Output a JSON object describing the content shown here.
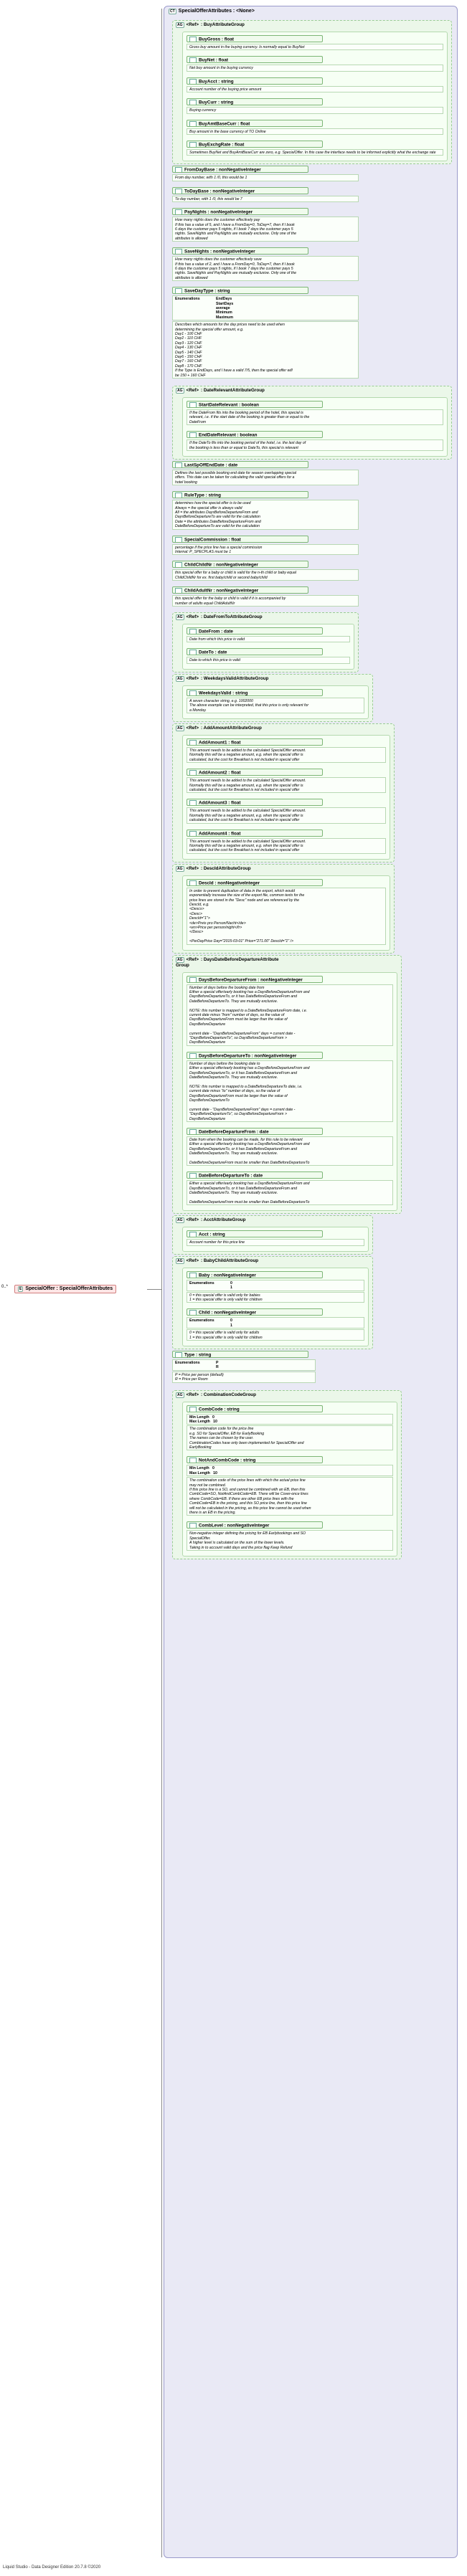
{
  "root": {
    "label": "SpecialOfferAttributes : <None>",
    "element": "SpecialOffer : SpecialOfferAttributes",
    "multiplicity": "0..*"
  },
  "footer": "Liquid Studio - Data Designer Edition 20.7.8 ©2020",
  "groups": {
    "buy": {
      "tag": "Ref",
      "name": ": BuyAttributeGroup",
      "items": [
        {
          "name": "BuyGross : float",
          "doc": "Gross buy amount in the buying currency. Is normally equal to BuyNet"
        },
        {
          "name": "BuyNet  : float",
          "doc": "Net buy amount in the buying currency"
        },
        {
          "name": "BuyAcct : string",
          "doc": "Account number of the buying price amount"
        },
        {
          "name": "BuyCurr : string",
          "doc": "Buying currency"
        },
        {
          "name": "BuyAmtBaseCurr : float",
          "doc": "Buy amount in the base currency of TO Online"
        },
        {
          "name": "BuyExchgRate : float",
          "doc": "Sometimes BuyNet and BuyAmtBaseCurr are zero, e.g. SpecialOffer. In this case the interface needs to be informed explicitly what the exchange rate for this currency is"
        }
      ]
    },
    "top": [
      {
        "name": "FromDayBase : nonNegativeInteger",
        "doc": "From day number, with 1 /0, this would be 1"
      },
      {
        "name": "ToDayBase : nonNegativeInteger",
        "doc": "To day number, with 1 /0, this would be 7"
      },
      {
        "name": "PayNights : nonNegativeInteger",
        "doc": "How many nights does the customer effectively pay\nIf this has a value of 5, and I have a FromDay=0, ToDay=7, then if I book\n6 days the customer pays 5 nights, if I book 7 days the customer pays 5\nnights. SaveNights and PayNights are mutually exclusive. Only one of the\nattributes is allowed"
      },
      {
        "name": "SaveNights : nonNegativeInteger",
        "doc": "How many nights does the customer effectively save\nIf this has a value of 2, and I have a FromDay=0, ToDay=7, then if I book\n6 days the customer pays 5 nights, if I book 7 days the customer pays 5\nnights. SaveNights and PayNights are mutually exclusive. Only one of the\nattributes is allowed"
      }
    ],
    "saveDayType": {
      "name": "SaveDayType : string",
      "enum_label": "Enumerations",
      "enums": [
        "EndDays",
        "StartDays",
        "average",
        "Minimum",
        "Maximum"
      ],
      "doc": "Describes which amounts for the day prices need to be used when\ndetermining the special offer amount, e.g.\nDay1 - 100 CHF\nDay2 - 110 CHF\nDay3 - 120 CHF\nDay4 - 130 CHF\nDay5 - 140 CHF\nDay6 - 150 CHF\nDay7 - 160 CHF\nDay8 - 170 CHF\nIf the Type is EndDays, and I have a valid 7/5, then the special offer will\nbe 150 + 160 CHF"
    },
    "dateRel": {
      "tag": "Ref",
      "name": ": DateRelevantAttributeGroup",
      "items": [
        {
          "name": "StartDateRelevant : boolean",
          "doc": "If the DateFrom fits into the booking period of the hotel, this special is\nrelevant, i.e. if the start date of the booking is greater than or equal to the\nDateFrom"
        },
        {
          "name": "EndDateRelevant : boolean",
          "doc": "If the DateTo fits into the booking period of the hotel, i.e. the last day of\nthe booking is less than or equal to DateTo, this special is relevant"
        }
      ]
    },
    "mid": [
      {
        "name": "LastSpOffEndDate : date",
        "doc": "Defines the last possible booking end date for season overlapping special\noffers. This date can be taken for calculating the valid special offers for a\nhotel booking"
      },
      {
        "name": "RuleType : string",
        "doc": "determines how the special offer is to be used\nAlways = the special offer is always valid\nAll = the attributes DaysBeforeDepartureFrom and\nDaysBeforeDepartureTo are valid for the calculation\nDate = the attributes DateBeforeDepartureFrom and\nDateBeforeDepartureTo are valid for the calculation"
      },
      {
        "name": "SpecialCommission : float",
        "doc": "percentage if the price line has a special commission\nInternal: P_SPECPLAS must be 1"
      },
      {
        "name": "ChildChildNr : nonNegativeInteger",
        "doc": "this special offer for a baby or child is valid for the n-th child or baby equal\nChildChildNr for ex. first baby/child or second baby/child"
      },
      {
        "name": "ChildAdultNr : nonNegativeInteger",
        "doc": "this special offer for the baby or child is valid if it is accompanied by\nnumber of adults equal ChildAdultNr"
      }
    ],
    "dateFT": {
      "tag": "Ref",
      "name": ": DateFromToAttributeGroup",
      "items": [
        {
          "name": "DateFrom : date",
          "doc": "Date from which this price is valid"
        },
        {
          "name": "DateTo   : date",
          "doc": "Date to which this price is valid"
        }
      ]
    },
    "weekdays": {
      "tag": "Ref",
      "name": ": WeekdaysValidAttributeGroup",
      "items": [
        {
          "name": "WeekdaysValid : string",
          "doc": "A seven character string, e.g. 1002000\nThe above example can be interpreted, that this price is only relevant for\na Monday."
        }
      ]
    },
    "addAmt": {
      "tag": "Ref",
      "name": ": AddAmountAttributeGroup",
      "items": [
        {
          "name": "AddAmount1 : float",
          "doc": "This amount needs to be added to the calculated SpecialOffer amount.\nNormally this will be a negative amount, e.g. when the special offer is\ncalculated, but the cost for Breakfast is not included in special offer"
        },
        {
          "name": "AddAmount2 : float",
          "doc": "This amount needs to be added to the calculated SpecialOffer amount.\nNormally this will be a negative amount, e.g. when the special offer is\ncalculated, but the cost for Breakfast is not included in special offer"
        },
        {
          "name": "AddAmount3 : float",
          "doc": "This amount needs to be added to the calculated SpecialOffer amount.\nNormally this will be a negative amount, e.g. when the special offer is\ncalculated, but the cost for Breakfast is not included in special offer"
        },
        {
          "name": "AddAmount4 : float",
          "doc": "This amount needs to be added to the calculated SpecialOffer amount.\nNormally this will be a negative amount, e.g. when the special offer is\ncalculated, but the cost for Breakfast is not included in special offer"
        }
      ]
    },
    "descId": {
      "tag": "Ref",
      "name": ": DescIdAttributeGroup",
      "items": [
        {
          "name": "DescId   : nonNegativeInteger",
          "doc": "In order to prevent duplication of data in the export, which would\nexponentially increase the size of the export file, common texts for the\nprice lines are stored in the \"Desc\" node and are referenced by the\nDescId, e.g.\n<Descs>\n<Desc>\nDescId=\"1\">\n<de>Preis pro Person/Nacht</de>\n<en>Price per person/night</fr>\n</Desc>\n\n<PerDayPrice Day=\"2015-03-01\" Price=\"271.00\" DescId=\"1\" />"
        }
      ]
    },
    "daysBefore": {
      "tag": "Ref",
      "name": ": DaysDateBeforeDepartureAttribute\nGroup",
      "items": [
        {
          "name": "DaysBeforeDepartureFrom : nonNegativeInteger",
          "doc": "Number of days before the booking date from\nEither a special offer/early booking has a DaysBeforeDepartureFrom and\nDaysBeforeDepartureTo, or it has DateBeforeDepartureFrom and\nDateBeforeDepartureTo. They are mutually exclusive.\n\nNOTE: this number is mapped to a DateBeforeDepartureFrom date, i.e.\ncurrent date minus \"from\" number of days, so the value of\nDaysBeforeDepartureFrom must be larger than the value of\nDaysBeforeDeparture\n\ncurrent date - \"DaysBeforeDepartureFrom\" days = current date -\n\"DaysBeforeDepartureTo\", so DaysBeforeDepartureFrom >\nDaysBeforeDeparture"
        },
        {
          "name": "DaysBeforeDepartureTo : nonNegativeInteger",
          "doc": "Number of days before the booking date to\nEither a special offer/early booking has a DaysBeforeDepartureFrom and\nDaysBeforeDepartureTo, or it has DateBeforeDepartureFrom and\nDateBeforeDepartureTo. They are mutually exclusive.\n\nNOTE: this number is mapped to a DateBeforeDepartureTo date, i.e.\ncurrent date minus \"to\" number of days, so the value of\nDaysBeforeDepartureFrom must be larger than the value of\nDaysBeforeDepartureTo\n\ncurrent date - \"DaysBeforeDepartureFrom\" days = current date -\n\"DaysBeforeDepartureTo\", so DaysBeforeDepartureFrom >\nDaysBeforeDeparture"
        },
        {
          "name": "DateBeforeDepartureFrom : date",
          "doc": "Date from when the booking can be made, for this rule to be relevant\nEither a special offer/early booking has a DaysBeforeDepartureFrom and\nDaysBeforeDepartureTo, or it has DateBeforeDepartureFrom and\nDateBeforeDepartureTo. They are mutually exclusive.\n\nDateBeforeDepartureFrom must be smaller than DateBeforeDepartureTo"
        },
        {
          "name": "DateBeforeDepartureTo : date",
          "doc": "Either a special offer/early booking has a DaysBeforeDepartureFrom and\nDaysBeforeDepartureTo, or it has DateBeforeDepartureFrom and\nDateBeforeDepartureTo. They are mutually exclusive.\n\nDateBeforeDepartureFrom must be smaller than DateBeforeDepartureTo"
        }
      ]
    },
    "acct": {
      "tag": "Ref",
      "name": ": AcctAttributeGroup",
      "items": [
        {
          "name": "Acct      : string",
          "doc": "Account number for this price line"
        }
      ]
    },
    "baby": {
      "tag": "Ref",
      "name": ": BabyChildAttributeGroup",
      "items": [
        {
          "name": "Baby      : nonNegativeInteger",
          "enum_label": "Enumerations",
          "enums": [
            "0",
            "1"
          ],
          "doc": "0 = this special offer is valid only for babies\n1 = this special offer is only valid for children"
        },
        {
          "name": "Child    : nonNegativeInteger",
          "enum_label": "Enumerations",
          "enums": [
            "0",
            "1"
          ],
          "doc": "0 = this special offer is valid only for adults\n1 = this special offer is only valid for children"
        }
      ]
    },
    "type": {
      "name": "Type      : string",
      "enum_label": "Enumerations",
      "enums": [
        "P",
        "R"
      ],
      "doc": "P = Price per person (default)\nR = Price per Room"
    },
    "comb": {
      "tag": "Ref",
      "name": ": CombinationCodeGroup",
      "items": [
        {
          "name": "CombCode  : string",
          "facets": "Min Length   0\nMax Length   10",
          "doc": "The combination code for the price line\ne.g. SO for SpecialOffer, EB for EarlyBooking\nThe names can be chosen by the user.\nCombinationCodes have only been implemented for SpecialOffer and\nEarlyBooking"
        },
        {
          "name": "NotAndCombCode : string",
          "facets": "Min Length   0\nMax Length   10",
          "doc": "The combination code of the price lines with which the actual price line\nmay not be combined.\nIf this price line is a SO, and cannot be combined with an EB, then this\nCombCode=SO, NotAndCombCode=EB. There will be Cover-once lines\nwhere CombCode=EB. If there are other EB price lines with the\nCombCode=EB in the pricing, and this SO price line, then this price line\nwill not be calculated in the pricing, as this price line cannot be used when\nthere is an EB in the pricing."
        },
        {
          "name": "CombLevel : nonNegativeInteger",
          "doc": "Non-negative integer defining the pricing for EB Earlybookings and SO\nSpecialOffer.\nA higher level is calculated on the sum of the lower levels.\nTaking in to account valid days and the price flag Keep Refund"
        }
      ]
    }
  }
}
